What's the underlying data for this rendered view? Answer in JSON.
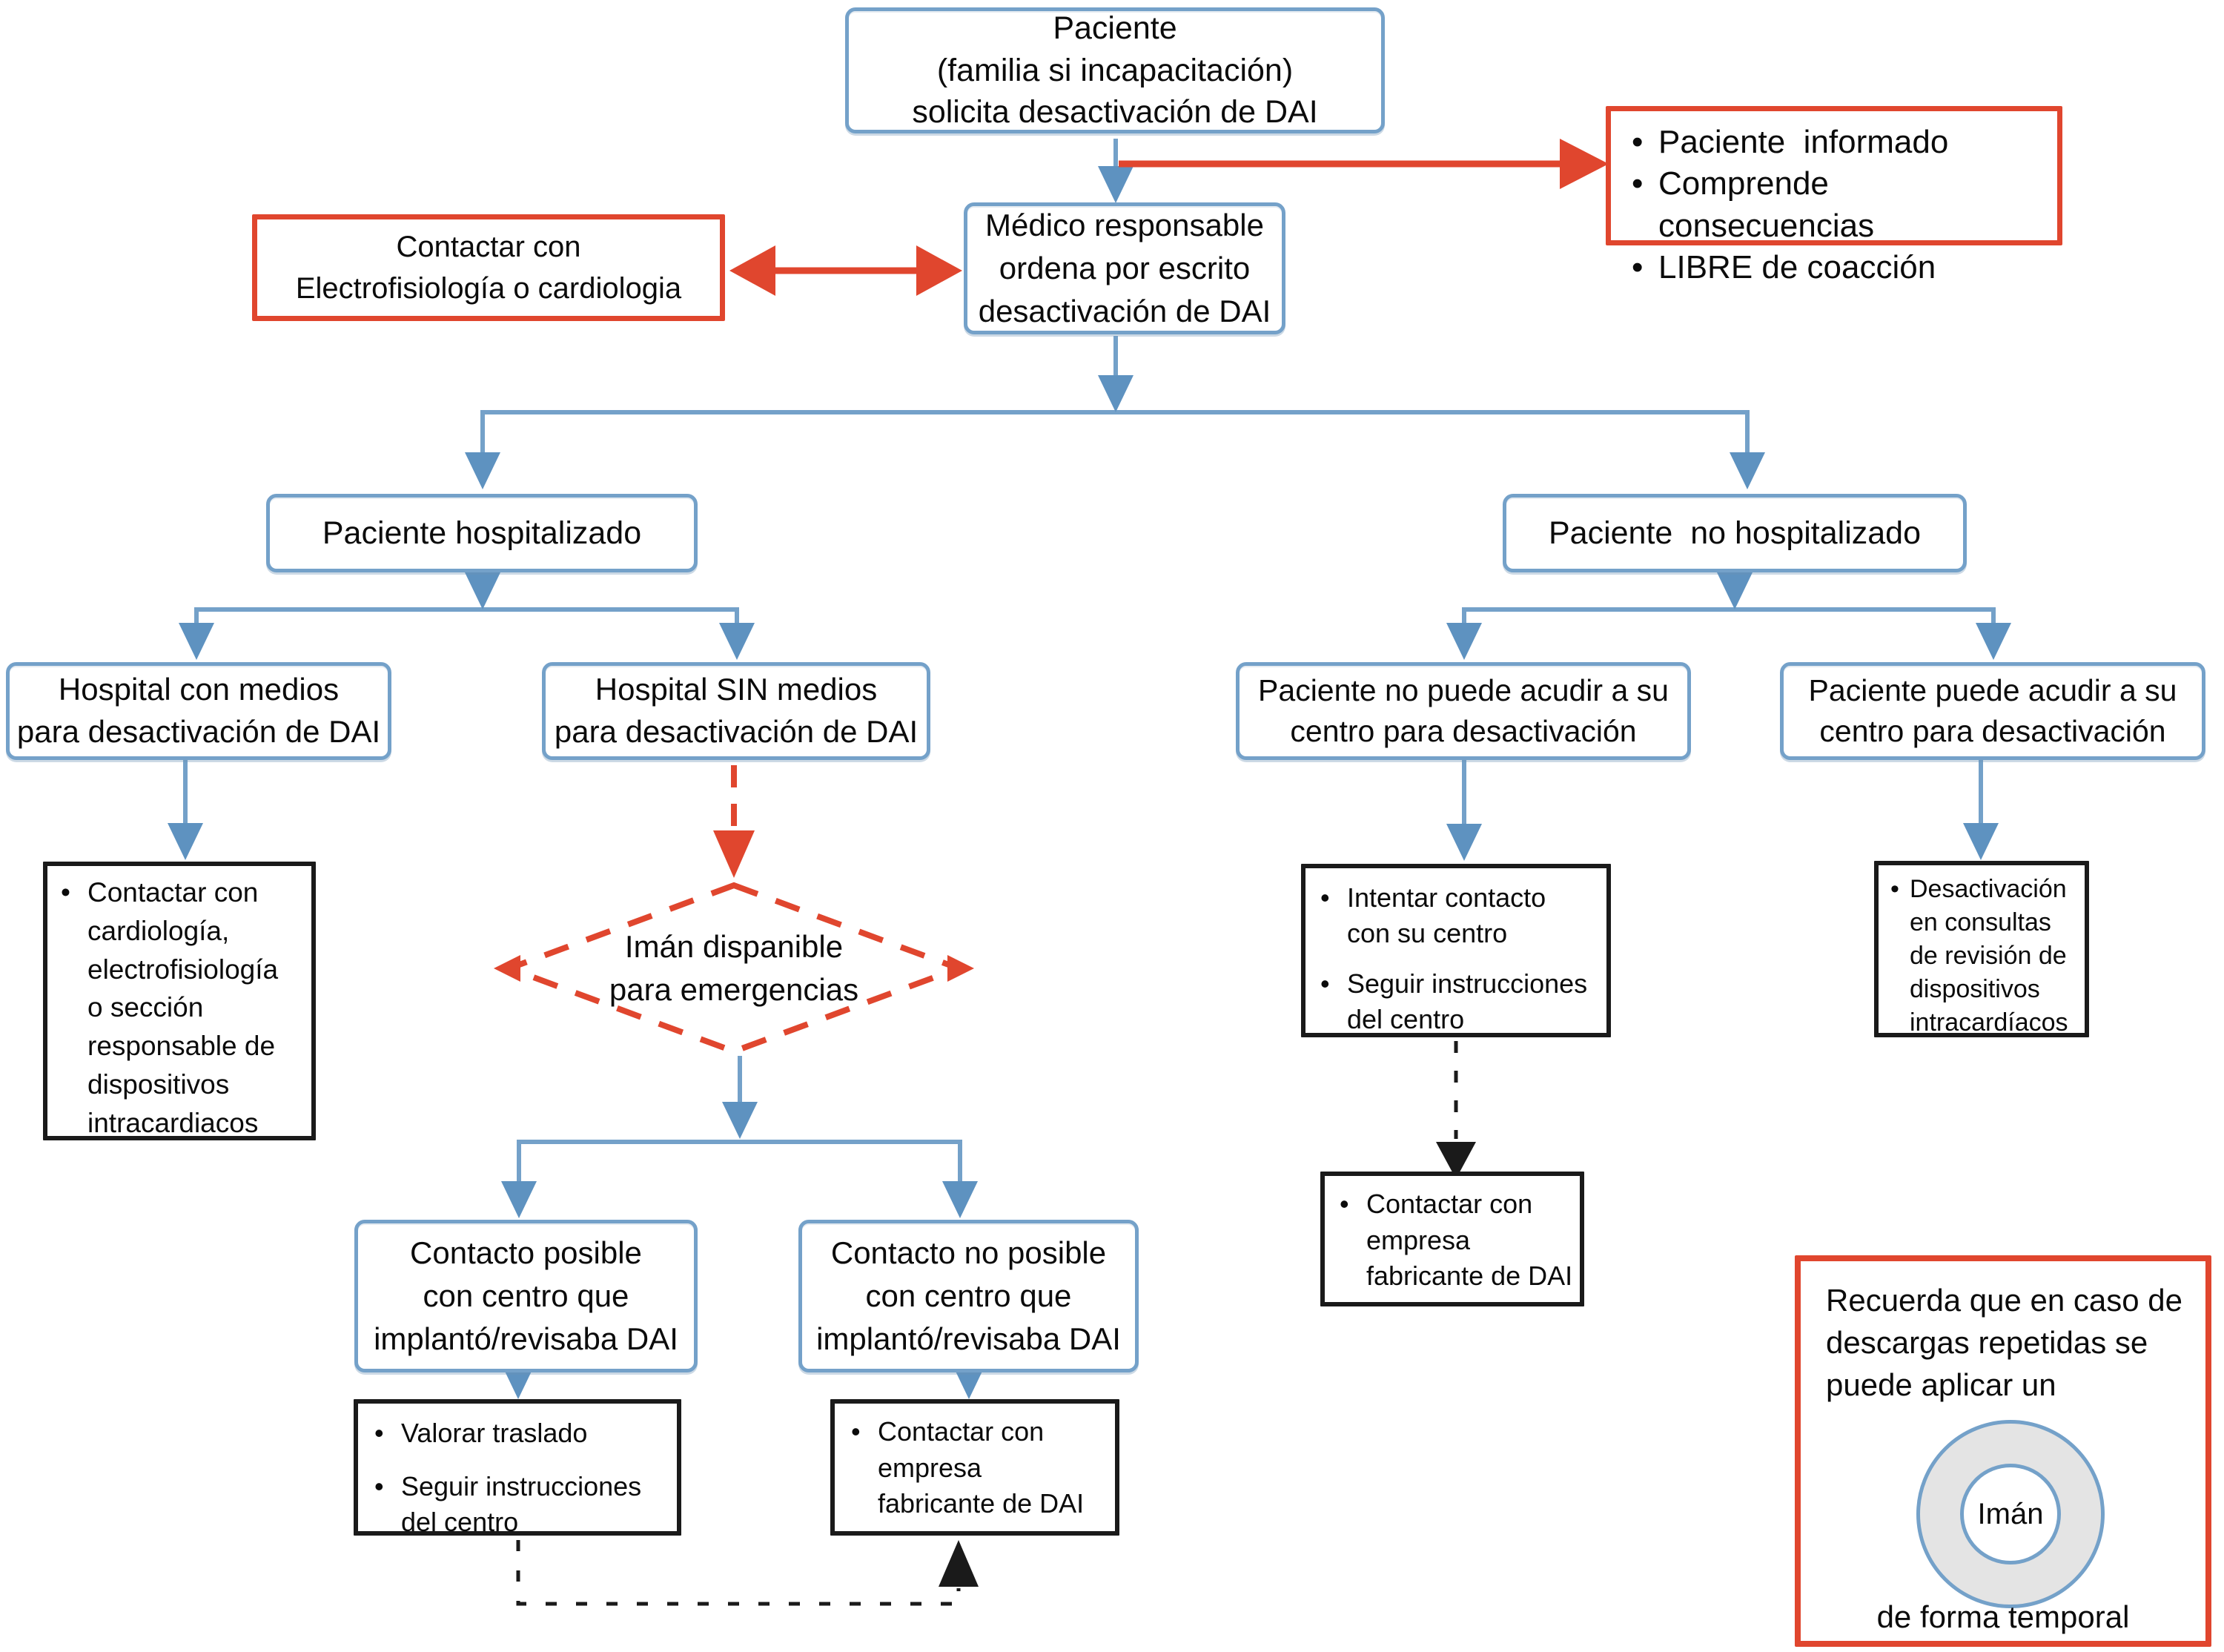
{
  "colors": {
    "line_blue": "#74A1C9",
    "arrow_blue": "#5E92C0",
    "accent_red": "#E0462E",
    "line_black": "#1A1A1A",
    "donut_gray": "#E4E4E4"
  },
  "nodes": {
    "patient_request": {
      "text": "Paciente\n(familia si incapacitación)\nsolicita desactivación de DAI"
    },
    "informed": {
      "items": [
        "Paciente  informado",
        "Comprende consecuencias",
        "LIBRE de coacción"
      ]
    },
    "contact_ep": {
      "text": "Contactar con\nElectrofisiología o cardiologia"
    },
    "doctor_order": {
      "text": "Médico responsable\nordena por escrito\ndesactivación de DAI"
    },
    "hospitalized": {
      "text": "Paciente hospitalizado"
    },
    "not_hospitalized": {
      "text": "Paciente  no hospitalizado"
    },
    "hospital_with_means": {
      "text": "Hospital con medios\npara desactivación de DAI"
    },
    "hospital_without_means": {
      "text": "Hospital SIN medios\npara desactivación de DAI"
    },
    "cannot_attend": {
      "text": "Paciente no puede acudir a su\ncentro para desactivación"
    },
    "can_attend": {
      "text": "Paciente puede acudir a su\ncentro para desactivación"
    },
    "contact_cardiology": {
      "items": [
        "Contactar con\ncardiología,\nelectrofisiología\no sección\nresponsable de\ndispositivos\nintracardiacos"
      ]
    },
    "magnet_diamond": {
      "text": "Imán dispanible\npara emergencias"
    },
    "contact_possible": {
      "text": "Contacto posible\ncon centro que\nimplantó/revisaba DAI"
    },
    "contact_not_possible": {
      "text": "Contacto no posible\ncon centro que\nimplantó/revisaba DAI"
    },
    "assess_transfer": {
      "items": [
        "Valorar traslado",
        "Seguir instrucciones\ndel centro"
      ]
    },
    "contact_manufacturer_left": {
      "items": [
        "Contactar con\nempresa\nfabricante de DAI"
      ]
    },
    "try_contact_center": {
      "items": [
        "Intentar contacto\ncon su centro",
        "Seguir instrucciones\ndel centro"
      ]
    },
    "contact_manufacturer_right": {
      "items": [
        "Contactar con\nempresa\nfabricante de DAI"
      ]
    },
    "deactivate_in_clinic": {
      "items": [
        "Desactivación\nen consultas\nde revisión de\ndispositivos\nintracardíacos"
      ]
    },
    "reminder": {
      "intro": "Recuerda que en caso de\ndescargas repetidas se\npuede aplicar un",
      "magnet_label": "Imán",
      "outro": "de forma temporal"
    }
  }
}
